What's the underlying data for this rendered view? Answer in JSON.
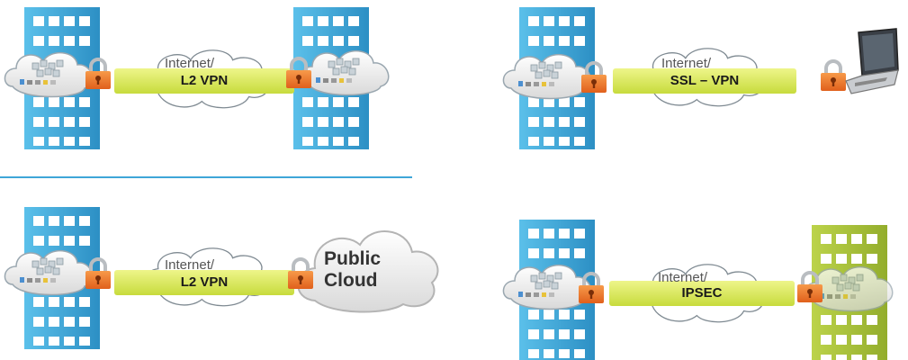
{
  "colors": {
    "building_blue": "#3fa6d8",
    "building_green": "#a9c23a",
    "tunnel": "#d8e85a",
    "lock": "#f0782a",
    "divider": "#3fa6d8"
  },
  "icons": [
    "building-icon",
    "lock-icon",
    "cloud-icon",
    "laptop-icon",
    "network-cloud-icon"
  ],
  "scenarios": [
    {
      "tunnel_label": "L2 VPN",
      "network_label": "Internet/",
      "endpoint": "datacenter"
    },
    {
      "tunnel_label": "SSL – VPN",
      "network_label": "Internet/",
      "endpoint": "laptop"
    },
    {
      "tunnel_label": "L2 VPN",
      "network_label": "Internet/",
      "endpoint": "public-cloud",
      "cloud_label": "Public\nCloud"
    },
    {
      "tunnel_label": "IPSEC",
      "network_label": "Internet/",
      "endpoint": "partner-datacenter"
    }
  ]
}
